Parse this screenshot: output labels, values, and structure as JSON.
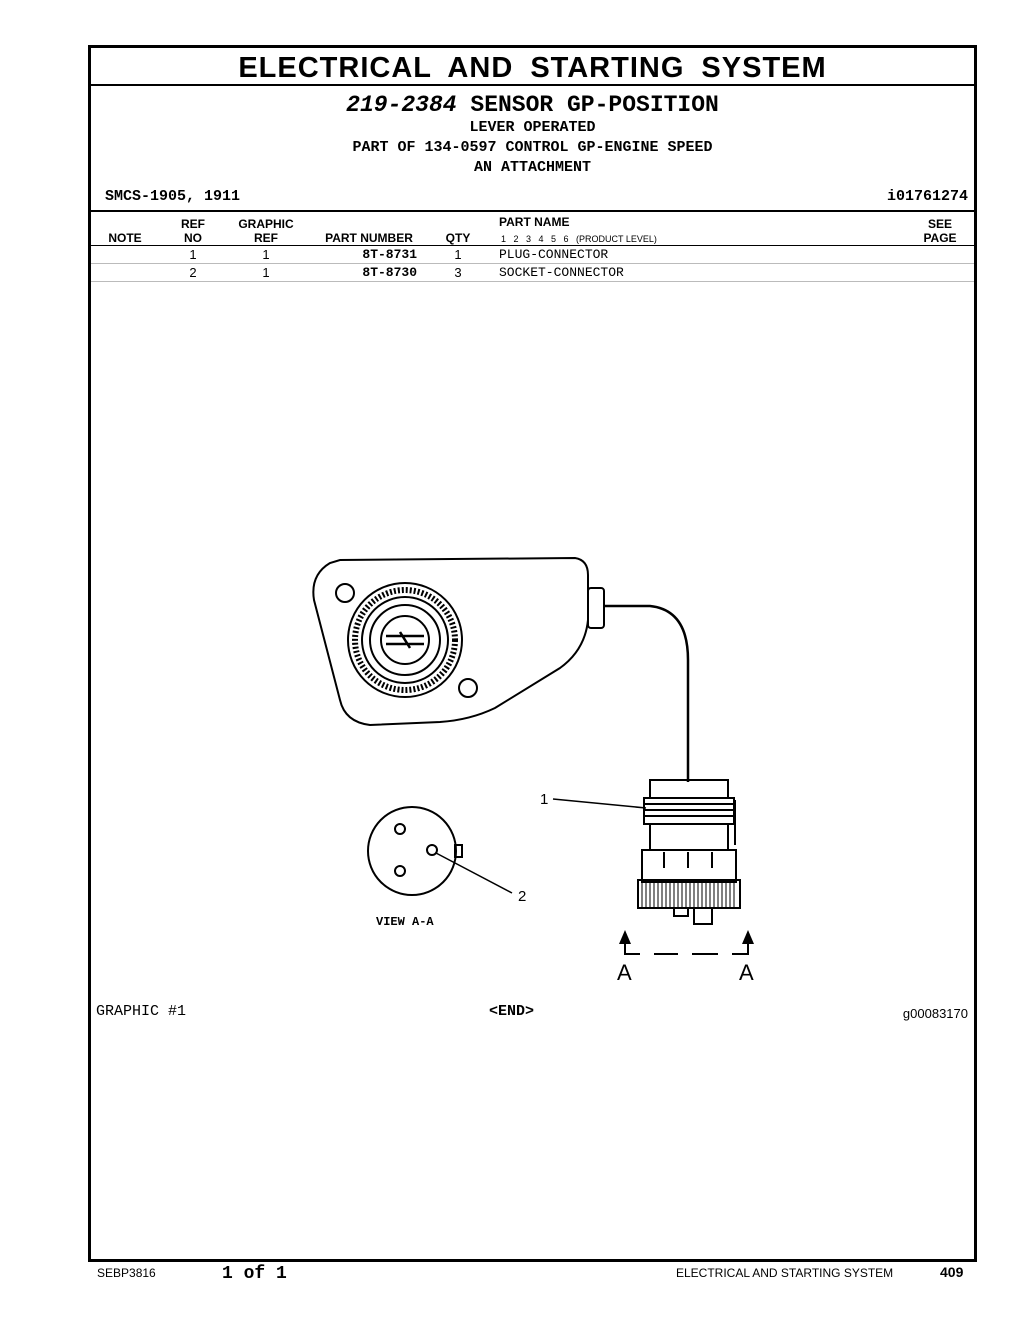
{
  "header": {
    "system_title": "ELECTRICAL AND STARTING SYSTEM",
    "group_number": "219-2384",
    "group_name": "SENSOR GP-POSITION",
    "subtitle_1": "LEVER OPERATED",
    "subtitle_2": "PART OF 134-0597 CONTROL GP-ENGINE SPEED",
    "subtitle_3": "AN ATTACHMENT",
    "smcs": "SMCS-1905, 1911",
    "illustration_id": "i01761274"
  },
  "table": {
    "columns": {
      "note": "NOTE",
      "ref_top": "REF",
      "ref_bottom": "NO",
      "graphic_top": "GRAPHIC",
      "graphic_bottom": "REF",
      "part_number": "PART NUMBER",
      "qty": "QTY",
      "part_name": "PART NAME",
      "levels": "1   2   3   4   5   6   (PRODUCT LEVEL)",
      "see_top": "SEE",
      "see_bottom": "PAGE"
    },
    "rows": [
      {
        "note": "",
        "ref_no": "1",
        "graphic_ref": "1",
        "part_number": "8T-8731",
        "qty": "1",
        "part_name": "PLUG-CONNECTOR",
        "see_page": ""
      },
      {
        "note": "",
        "ref_no": "2",
        "graphic_ref": "1",
        "part_number": "8T-8730",
        "qty": "3",
        "part_name": "SOCKET-CONNECTOR",
        "see_page": ""
      }
    ]
  },
  "graphic": {
    "callout_1": "1",
    "callout_2": "2",
    "view_label": "VIEW A-A",
    "section_left": "A",
    "section_right": "A",
    "label": "GRAPHIC #1",
    "end_marker": "<END>",
    "graphic_id": "g00083170"
  },
  "footer": {
    "doc_number": "SEBP3816",
    "page_of": "1 of 1",
    "section": "ELECTRICAL AND STARTING SYSTEM",
    "page_number": "409"
  }
}
